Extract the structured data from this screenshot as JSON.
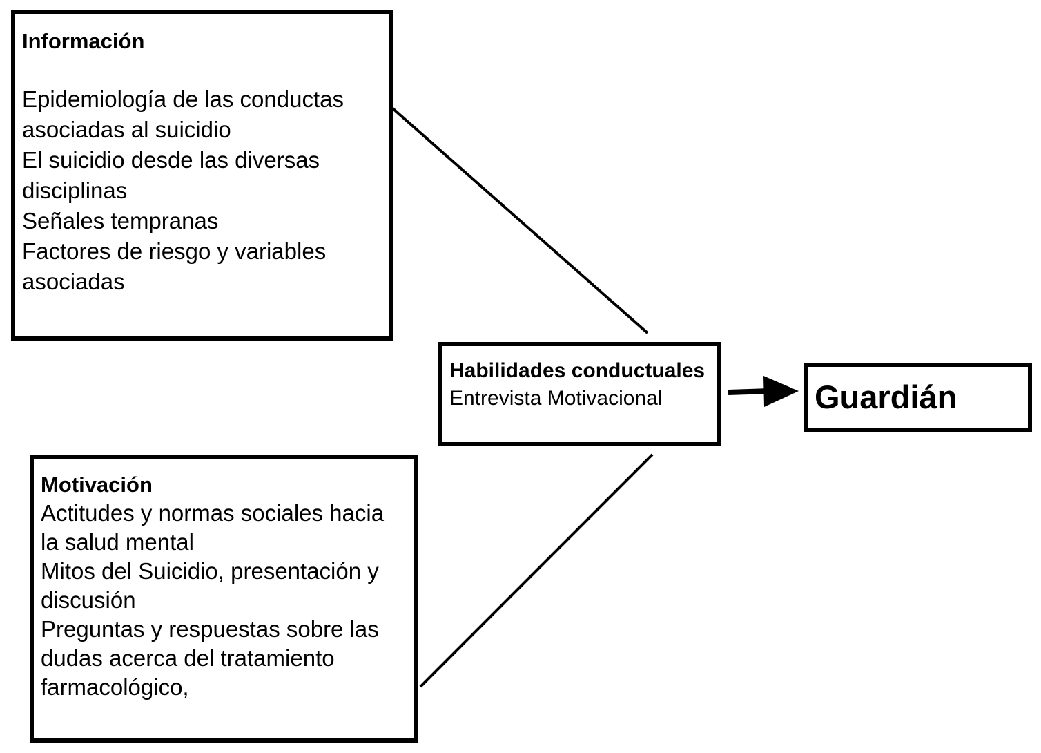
{
  "informacion": {
    "title": "Información",
    "items": [
      "Epidemiología de las conductas asociadas al suicidio",
      "El suicidio desde las diversas disciplinas",
      "Señales tempranas",
      "Factores de riesgo y variables asociadas"
    ]
  },
  "motivacion": {
    "title": "Motivación",
    "items": [
      "Actitudes y normas sociales hacia la salud mental",
      "Mitos del Suicidio, presentación y discusión",
      "Preguntas y respuestas sobre las dudas acerca del tratamiento farmacológico,"
    ]
  },
  "habilidades": {
    "title": "Habilidades conductuales",
    "items": [
      "Entrevista Motivacional"
    ]
  },
  "guardian": {
    "title": "Guardián"
  }
}
